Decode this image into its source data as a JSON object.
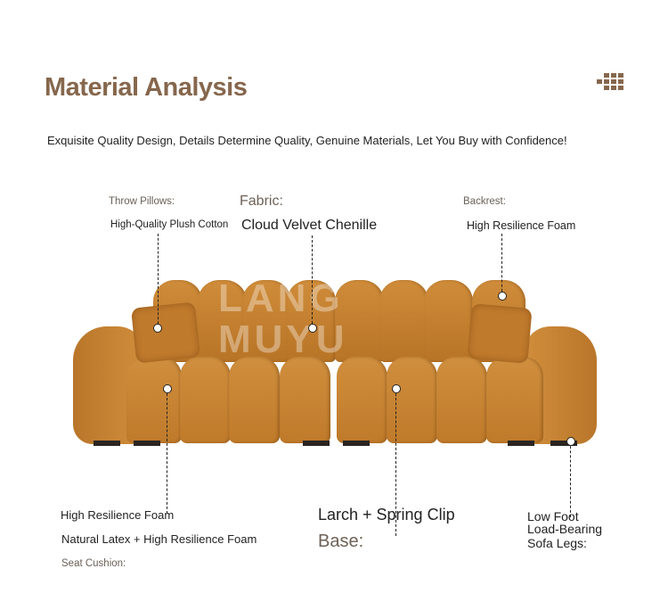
{
  "header": {
    "title": "Material Analysis",
    "subtitle": "Exquisite Quality Design, Details Determine Quality, Genuine Materials, Let You Buy with Confidence!",
    "menu_icon": "grid-dots-icon"
  },
  "watermark": {
    "text": "LANG MUYU"
  },
  "annotations": {
    "throw_pillows": {
      "label": "Throw Pillows:",
      "value": "High-Quality Plush Cotton"
    },
    "fabric": {
      "label": "Fabric:",
      "value": "Cloud Velvet Chenille"
    },
    "backrest": {
      "label": "Backrest:",
      "value": "High Resilience Foam"
    },
    "seat_cushion": {
      "label": "Seat Cushion:",
      "value1": "High Resilience Foam",
      "value2": "Natural Latex + High Resilience Foam"
    },
    "base": {
      "label": "Base:",
      "value": "Larch + Spring Clip"
    },
    "legs": {
      "label": "Sofa Legs:",
      "value1": "Low Foot",
      "value2": "Load-Bearing"
    }
  },
  "colors": {
    "accent": "#86674d",
    "sofa": "#c98532"
  }
}
